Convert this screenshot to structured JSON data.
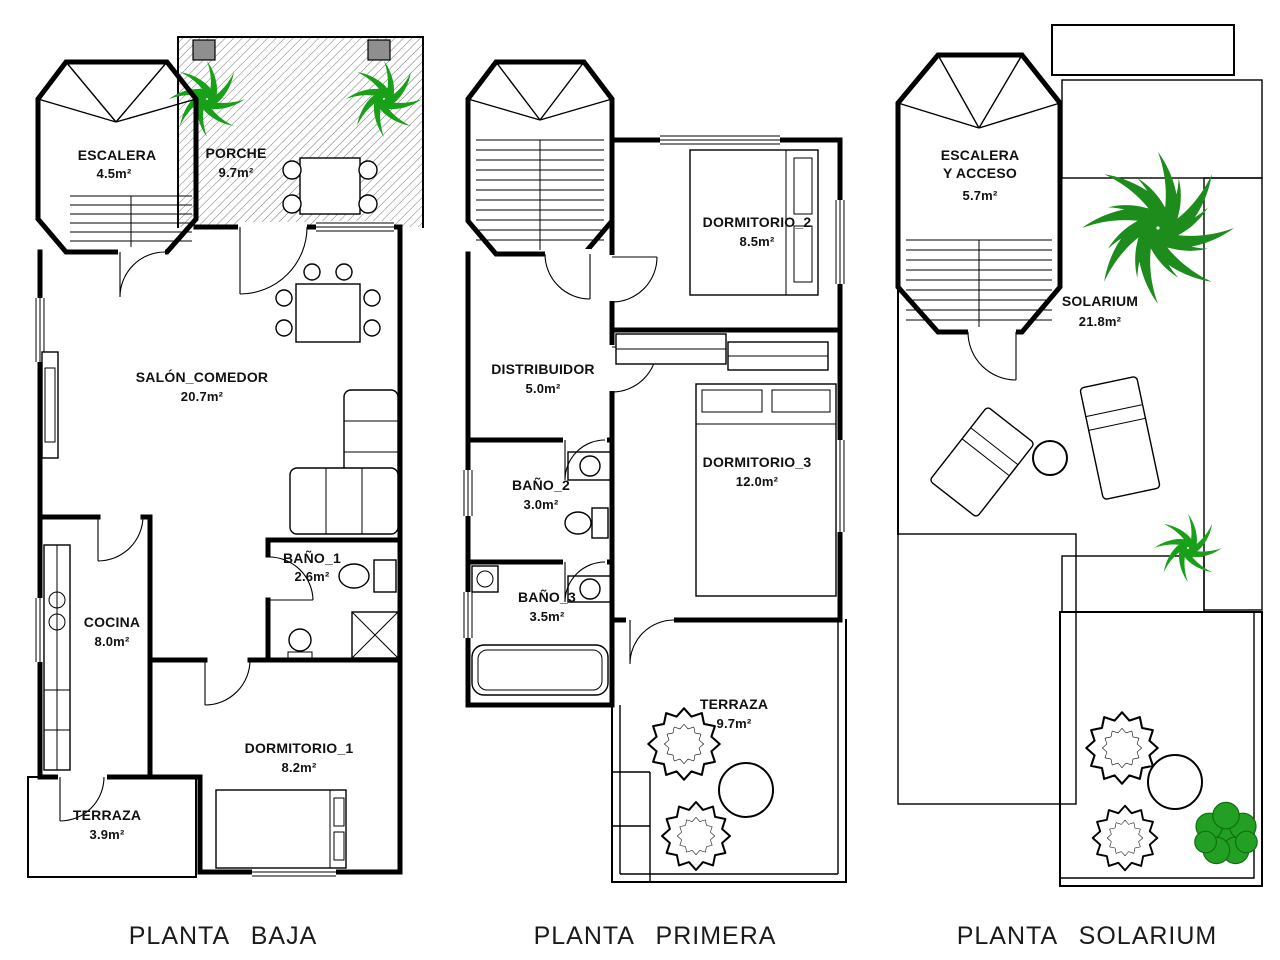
{
  "title": "Floor plans of a three-level villa",
  "colors": {
    "line": "#000000",
    "hatch": "#777777",
    "tile": "#333333",
    "plant_green": "#18a018",
    "palm_green": "#1d8c1d",
    "bush_green": "#23a023"
  },
  "plans": [
    {
      "id": "planta-baja",
      "caption": "PLANTA BAJA",
      "rooms": [
        {
          "name": "ESCALERA",
          "area": "4.5m²"
        },
        {
          "name": "PORCHE",
          "area": "9.7m²"
        },
        {
          "name": "SALÓN_COMEDOR",
          "area": "20.7m²"
        },
        {
          "name": "BAÑO_1",
          "area": "2.6m²"
        },
        {
          "name": "COCINA",
          "area": "8.0m²"
        },
        {
          "name": "DORMITORIO_1",
          "area": "8.2m²"
        },
        {
          "name": "TERRAZA",
          "area": "3.9m²"
        }
      ]
    },
    {
      "id": "planta-primera",
      "caption": "PLANTA PRIMERA",
      "rooms": [
        {
          "name": "DORMITORIO_2",
          "area": "8.5m²"
        },
        {
          "name": "DISTRIBUIDOR",
          "area": "5.0m²"
        },
        {
          "name": "BAÑO_2",
          "area": "3.0m²"
        },
        {
          "name": "DORMITORIO_3",
          "area": "12.0m²"
        },
        {
          "name": "BAÑO_3",
          "area": "3.5m²"
        },
        {
          "name": "TERRAZA",
          "area": "9.7m²"
        }
      ]
    },
    {
      "id": "planta-solarium",
      "caption": "PLANTA SOLARIUM",
      "rooms": [
        {
          "name": "ESCALERA",
          "name2": "Y ACCESO",
          "area": "5.7m²"
        },
        {
          "name": "SOLARIUM",
          "area": "21.8m²"
        }
      ]
    }
  ]
}
